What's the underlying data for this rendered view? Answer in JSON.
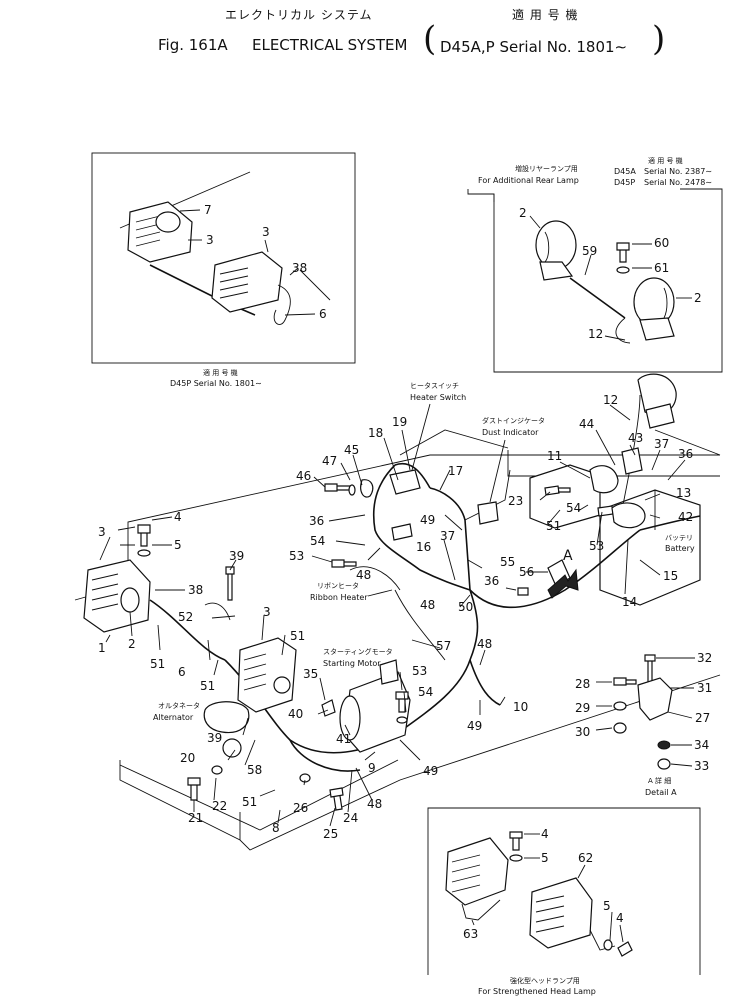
{
  "header": {
    "jp_title": "エレクトリカル システム",
    "jp_applicable": "適 用 号 機",
    "fig": "Fig. 161A",
    "title": "ELECTRICAL SYSTEM",
    "applicable": "D45A,P Serial No. 1801∼"
  },
  "inset_top_left": {
    "caption_jp": "適 用 号 機",
    "caption": "D45P Serial No. 1801∼"
  },
  "inset_top_right": {
    "heading_jp": "増設リヤーランプ用",
    "heading": "For Additional Rear Lamp",
    "applicable_jp": "適 用 号 機",
    "row1_model": "D45A",
    "row1_serial": "Serial No. 2387∼",
    "row2_model": "D45P",
    "row2_serial": "Serial No. 2478∼"
  },
  "inset_bottom": {
    "caption_jp": "強化型ヘッドランプ用",
    "caption": "For Strengthened Head Lamp"
  },
  "labels": {
    "heater_switch_jp": "ヒータスイッチ",
    "heater_switch": "Heater Switch",
    "dust_indicator_jp": "ダストインジケータ",
    "dust_indicator": "Dust Indicator",
    "battery_jp": "バッテリ",
    "battery": "Battery",
    "ribbon_heater_jp": "リボンヒータ",
    "ribbon_heater": "Ribbon Heater",
    "starting_motor_jp": "スターティングモータ",
    "starting_motor": "Starting Motor",
    "alternator_jp": "オルタネータ",
    "alternator": "Alternator",
    "detail_a_jp": "A 詳 細",
    "detail_a": "Detail A",
    "arrow_a": "A"
  },
  "callouts": [
    "7",
    "3",
    "3",
    "38",
    "6",
    "2",
    "59",
    "60",
    "61",
    "2",
    "12",
    "12",
    "44",
    "43",
    "37",
    "36",
    "11",
    "23",
    "13",
    "42",
    "51",
    "54",
    "53",
    "14",
    "15",
    "19",
    "18",
    "45",
    "47",
    "46",
    "17",
    "36",
    "49",
    "37",
    "16",
    "54",
    "53",
    "48",
    "36",
    "55",
    "56",
    "50",
    "3",
    "4",
    "5",
    "39",
    "38",
    "52",
    "1",
    "2",
    "51",
    "6",
    "51",
    "3",
    "51",
    "57",
    "48",
    "48",
    "49",
    "10",
    "53",
    "54",
    "35",
    "40",
    "41",
    "49",
    "20",
    "39",
    "58",
    "9",
    "22",
    "21",
    "51",
    "26",
    "24",
    "48",
    "8",
    "25",
    "28",
    "29",
    "30",
    "32",
    "31",
    "27",
    "34",
    "33",
    "4",
    "5",
    "62",
    "5",
    "4",
    "63"
  ]
}
